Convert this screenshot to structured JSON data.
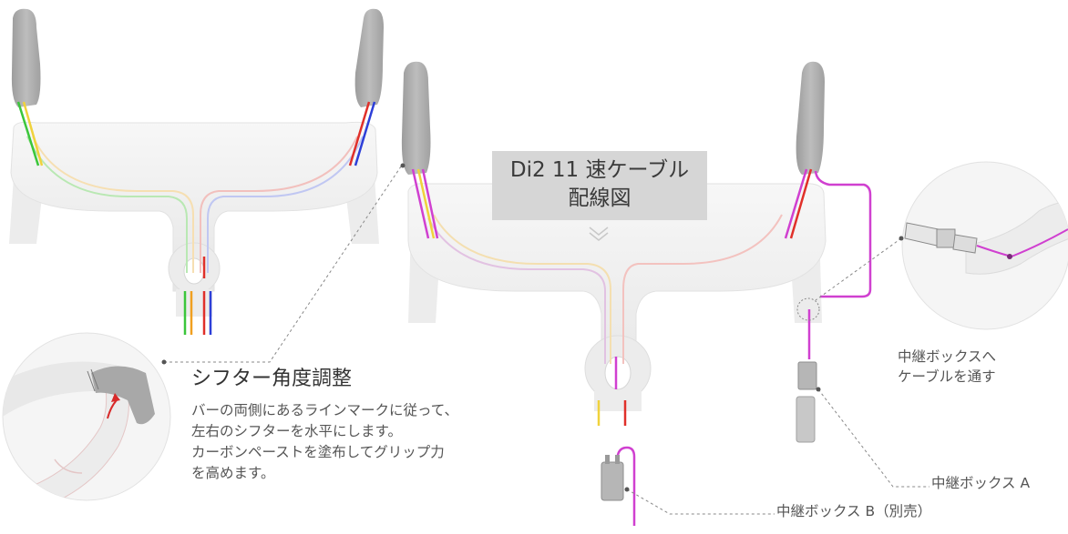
{
  "diagram": {
    "title_line1": "Di2 11 速ケーブル",
    "title_line2": "配線図",
    "shifter_heading": "シフター角度調整",
    "shifter_desc": [
      "バーの両側にあるラインマークに従って、",
      "左右のシフターを水平にします。",
      "カーボンペーストを塗布してグリップ力",
      "を高めます。"
    ],
    "junction_note": [
      "中継ボックスへ",
      "ケーブルを通す"
    ],
    "junction_a_label": "中継ボックス A",
    "junction_b_label": "中継ボックス B（別売）"
  },
  "colors": {
    "cable_green": "#3bc63b",
    "cable_orange": "#f0a020",
    "cable_yellow": "#f0d23c",
    "cable_red": "#e0302a",
    "cable_blue": "#2d3fd8",
    "cable_magenta": "#d040d0",
    "bar_fill": "#efefef",
    "lever_fill": "#a9a9a9",
    "title_bg": "#d6d6d6"
  }
}
